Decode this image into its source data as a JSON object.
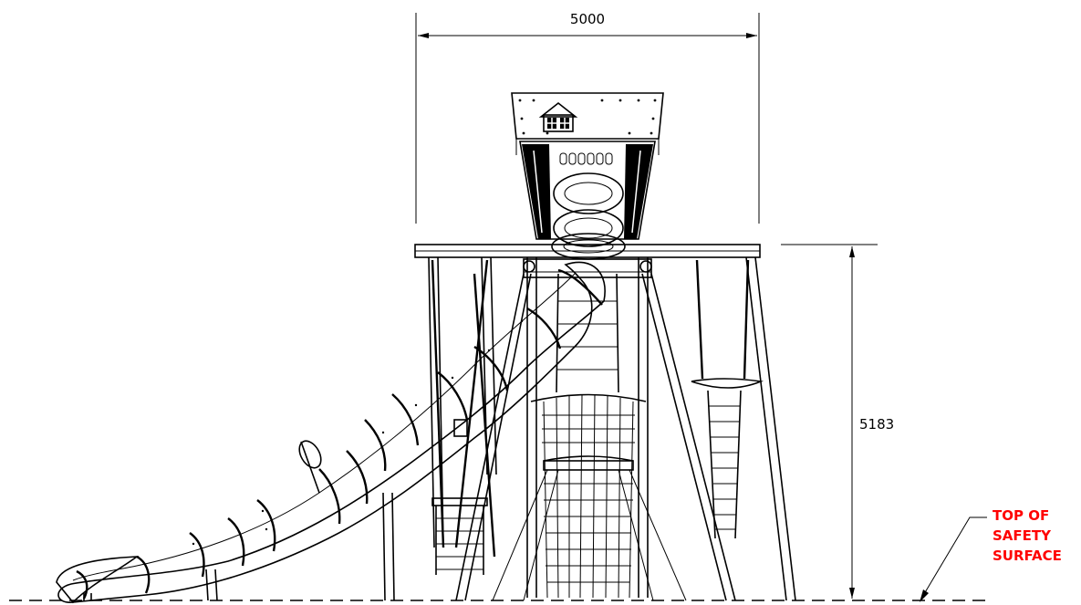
{
  "dimensions": {
    "width_label": "5000",
    "height_label": "5183"
  },
  "callout": {
    "line1": "TOP OF",
    "line2": "SAFETY",
    "line3": "SURFACE",
    "color": "#ff0000"
  },
  "colors": {
    "line": "#000000",
    "background": "#ffffff"
  }
}
